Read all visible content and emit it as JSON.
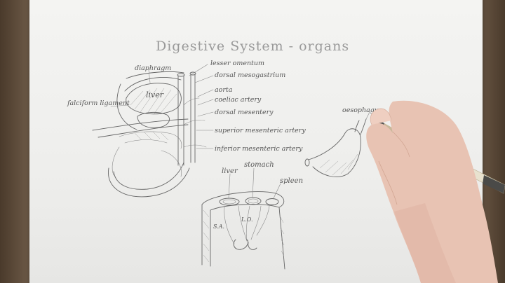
{
  "diagram": {
    "title": "Digestive System - organs",
    "labels": {
      "diaphragm": "diaphragm",
      "lesser_omentum": "lesser omentum",
      "dorsal_mesogastrium": "dorsal mesogastrium",
      "liver": "liver",
      "aorta": "aorta",
      "coeliac_artery": "coeliac artery",
      "dorsal_mesentery": "dorsal mesentery",
      "falciform_ligament": "falciform ligament",
      "superior_mesenteric_artery": "superior mesenteric artery",
      "inferior_mesenteric_artery": "inferior mesenteric artery",
      "oesophagus": "oesophagus",
      "liver_bottom": "liver",
      "stomach": "stomach",
      "spleen": "spleen",
      "sa": "S.A.",
      "lo": "L.O."
    }
  },
  "colors": {
    "paper": "#f2f2f0",
    "pencil": "#666666",
    "skin": "#e8c3b3",
    "table": "#7a6652"
  }
}
